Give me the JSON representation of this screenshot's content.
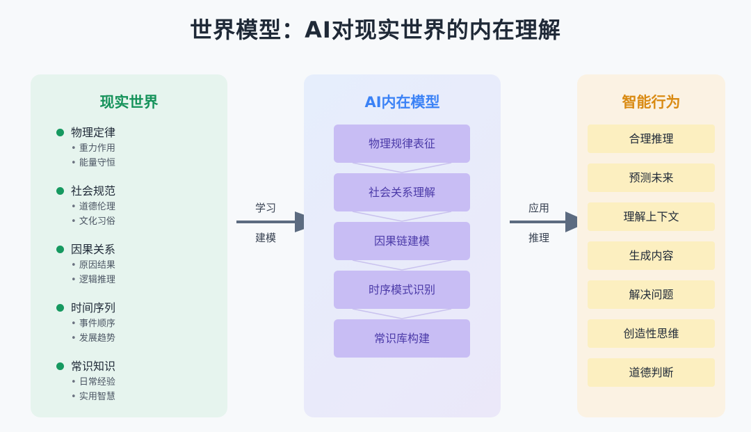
{
  "title": "世界模型：AI对现实世界的内在理解",
  "left_panel": {
    "title": "现实世界",
    "categories": [
      {
        "label": "物理定律",
        "items": [
          "重力作用",
          "能量守恒"
        ]
      },
      {
        "label": "社会规范",
        "items": [
          "道德伦理",
          "文化习俗"
        ]
      },
      {
        "label": "因果关系",
        "items": [
          "原因结果",
          "逻辑推理"
        ]
      },
      {
        "label": "时间序列",
        "items": [
          "事件顺序",
          "发展趋势"
        ]
      },
      {
        "label": "常识知识",
        "items": [
          "日常经验",
          "实用智慧"
        ]
      }
    ]
  },
  "middle_panel": {
    "title": "AI内在模型",
    "boxes": [
      "物理规律表征",
      "社会关系理解",
      "因果链建模",
      "时序模式识别",
      "常识库构建"
    ]
  },
  "right_panel": {
    "title": "智能行为",
    "items": [
      "合理推理",
      "预测未来",
      "理解上下文",
      "生成内容",
      "解决问题",
      "创造性思维",
      "道德判断"
    ]
  },
  "arrows": {
    "left": {
      "top": "学习",
      "bottom": "建模"
    },
    "right": {
      "top": "应用",
      "bottom": "推理"
    }
  },
  "colors": {
    "left_accent": "#15925a",
    "middle_accent": "#3b82f6",
    "right_accent": "#d98a12",
    "arrow": "#5c6b80",
    "model_box": "#c8bdf4",
    "behavior_box": "#fcefc0"
  }
}
